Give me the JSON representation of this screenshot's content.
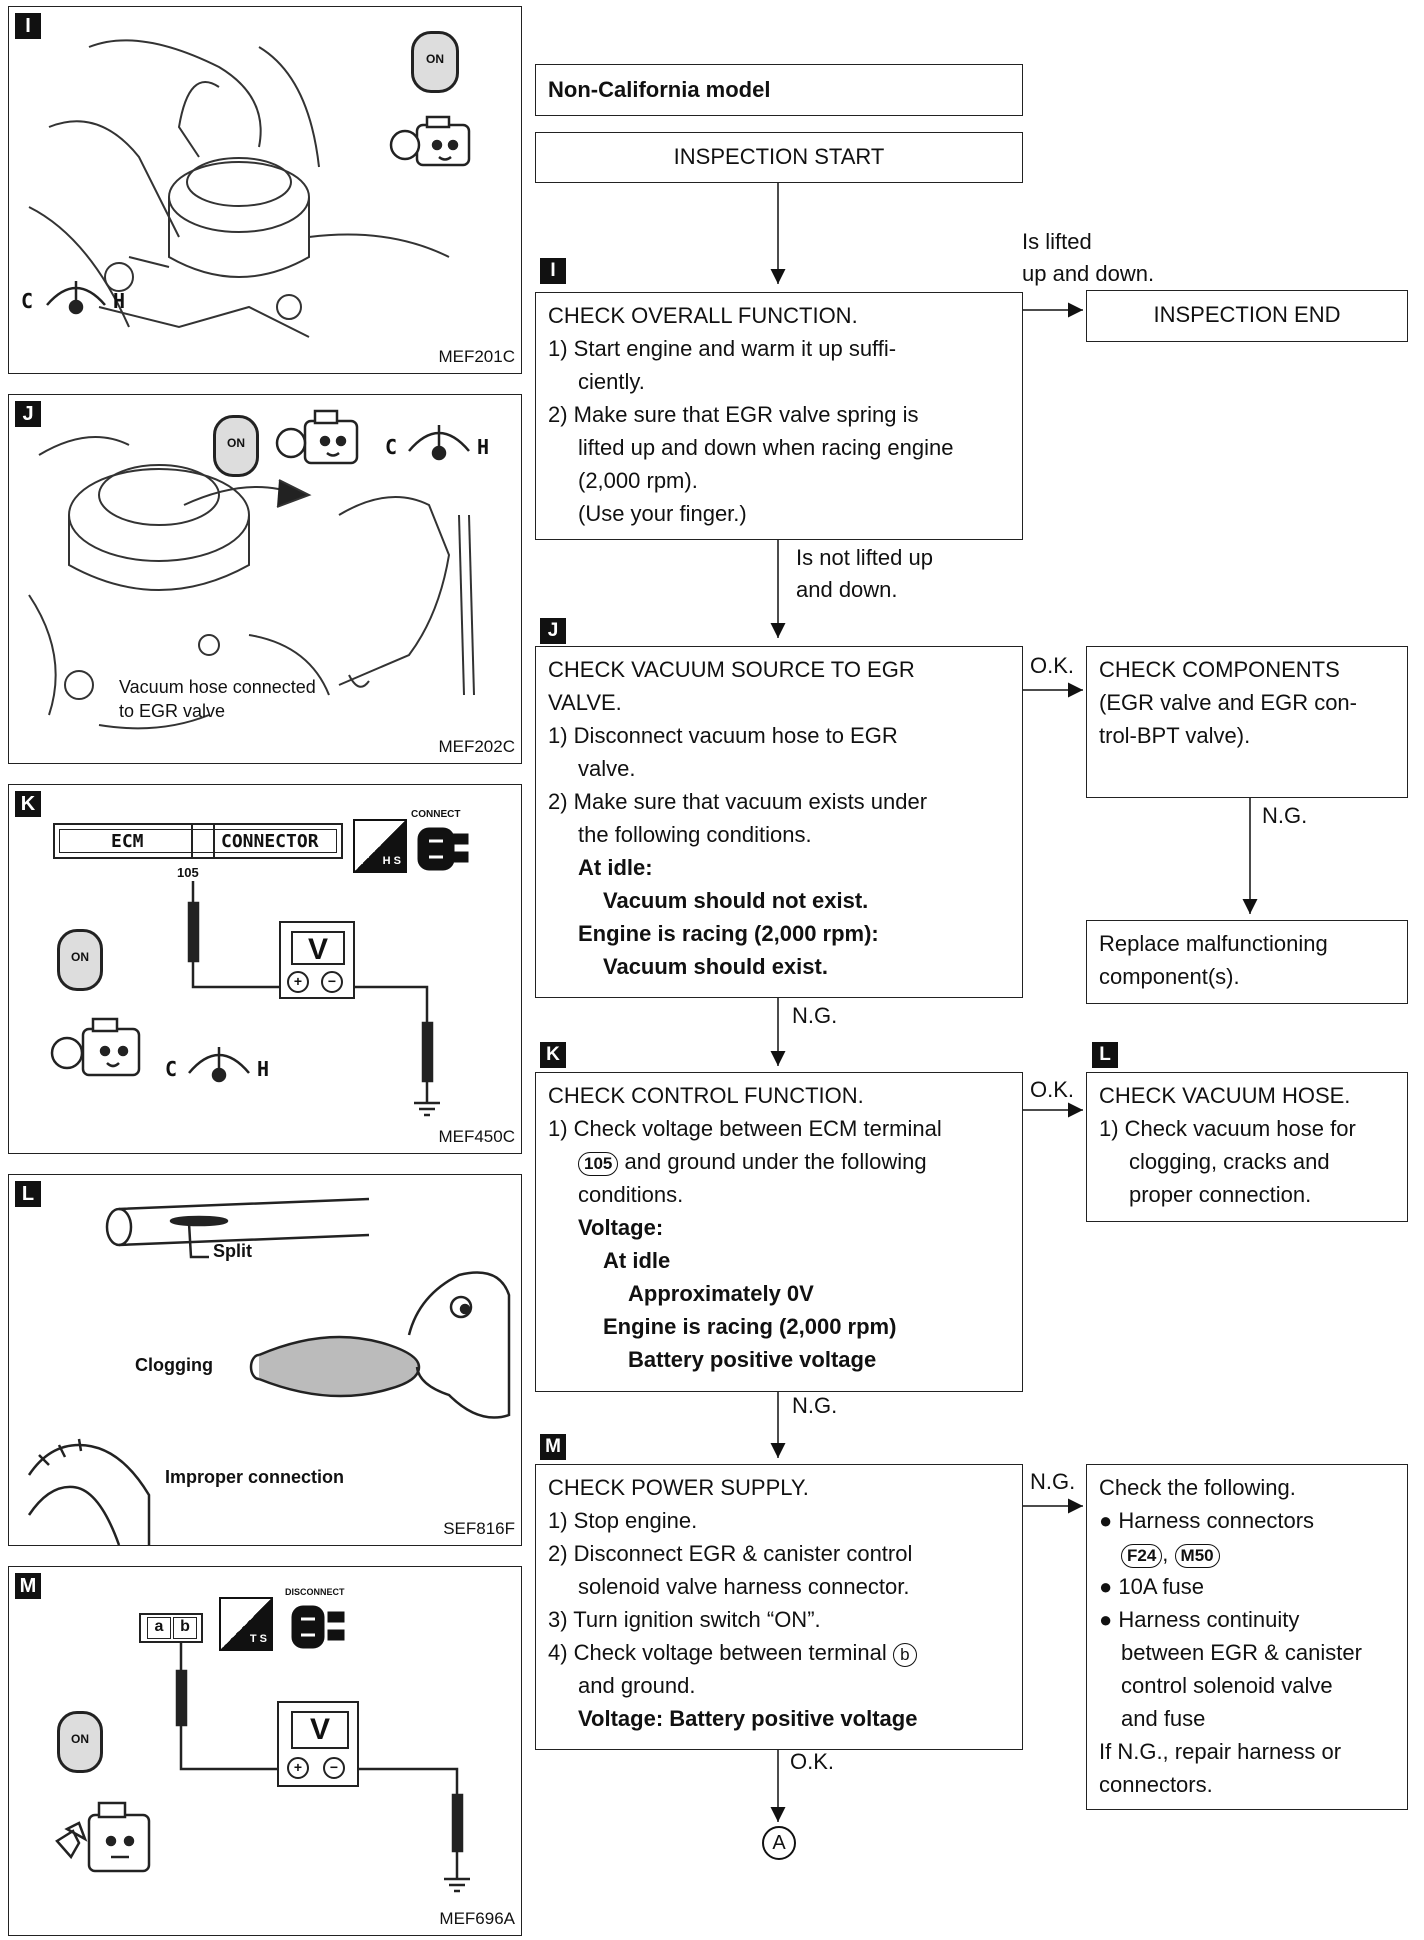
{
  "panels": {
    "I": {
      "tag": "I",
      "code": "MEF201C",
      "gauge_c": "C",
      "gauge_h": "H",
      "key": "ON"
    },
    "J": {
      "tag": "J",
      "code": "MEF202C",
      "key": "ON",
      "gauge_c": "C",
      "gauge_h": "H",
      "hose_line1": "Vacuum hose connected",
      "hose_line2": "to EGR valve"
    },
    "K": {
      "tag": "K",
      "code": "MEF450C",
      "ecm": "ECM",
      "connector": "CONNECTOR",
      "terminal": "105",
      "meter": "V",
      "hs": "H S",
      "connect": "CONNECT",
      "key": "ON",
      "gauge_c": "C",
      "gauge_h": "H"
    },
    "L": {
      "tag": "L",
      "code": "SEF816F",
      "split": "Split",
      "clogging": "Clogging",
      "improper": "Improper connection"
    },
    "M": {
      "tag": "M",
      "code": "MEF696A",
      "term_a": "a",
      "term_b": "b",
      "ts": "T S",
      "disconnect": "DISCONNECT",
      "meter": "V",
      "key": "ON"
    }
  },
  "flow": {
    "model": "Non-California model",
    "start": "INSPECTION START",
    "end": "INSPECTION END",
    "lifted_1": "Is lifted",
    "lifted_2": "up and down.",
    "not_lifted_1": "Is not lifted up",
    "not_lifted_2": "and down.",
    "tags": {
      "I": "I",
      "J": "J",
      "K": "K",
      "L": "L",
      "M": "M"
    },
    "step_I": {
      "title": "CHECK OVERALL FUNCTION.",
      "s1": "1) Start engine and warm it up suffi-",
      "s1b": "ciently.",
      "s2": "2) Make sure that EGR valve spring is",
      "s2b": "lifted up and down when racing engine",
      "s2c": "(2,000 rpm).",
      "s2d": "(Use your finger.)"
    },
    "step_J": {
      "title1": "CHECK VACUUM SOURCE TO EGR",
      "title2": "VALVE.",
      "s1": "1) Disconnect vacuum hose to EGR",
      "s1b": "valve.",
      "s2": "2) Make sure that vacuum exists under",
      "s2b": "the following conditions.",
      "idle": "At idle:",
      "idle_v": "Vacuum should not exist.",
      "racing": "Engine is racing (2,000 rpm):",
      "racing_v": "Vacuum should exist."
    },
    "components": {
      "title": "CHECK COMPONENTS",
      "l1": "(EGR valve and EGR con-",
      "l2": "trol-BPT valve)."
    },
    "replace": {
      "l1": "Replace malfunctioning",
      "l2": "component(s)."
    },
    "step_K": {
      "title": "CHECK CONTROL FUNCTION.",
      "s1": "1) Check voltage between ECM terminal",
      "terminal": "105",
      "s1b": "and ground under the following",
      "s1c": "conditions.",
      "voltage": "Voltage:",
      "idle": "At idle",
      "idle_v": "Approximately 0V",
      "racing": "Engine is racing (2,000 rpm)",
      "racing_v": "Battery positive voltage"
    },
    "step_L": {
      "title": "CHECK VACUUM HOSE.",
      "s1": "1) Check vacuum hose for",
      "s1b": "clogging, cracks and",
      "s1c": "proper connection."
    },
    "step_M": {
      "title": "CHECK POWER SUPPLY.",
      "s1": "1) Stop engine.",
      "s2": "2) Disconnect EGR & canister control",
      "s2b": "solenoid valve harness connector.",
      "s3": "3) Turn ignition switch “ON”.",
      "s4": "4) Check voltage between terminal",
      "s4_term": "b",
      "s4b": "and ground.",
      "voltage": "Voltage: Battery positive voltage"
    },
    "check_following": {
      "title": "Check the following.",
      "b1": "Harness connectors",
      "c1": "F24",
      "comma": ",",
      "c2": "M50",
      "b2": "10A fuse",
      "b3": "Harness continuity",
      "b3b": "between EGR & canister",
      "b3c": "control solenoid valve",
      "b3d": "and fuse",
      "tail1": "If N.G., repair harness or",
      "tail2": "connectors."
    },
    "labels": {
      "ok": "O.K.",
      "ng": "N.G."
    },
    "connector_a": "A"
  }
}
